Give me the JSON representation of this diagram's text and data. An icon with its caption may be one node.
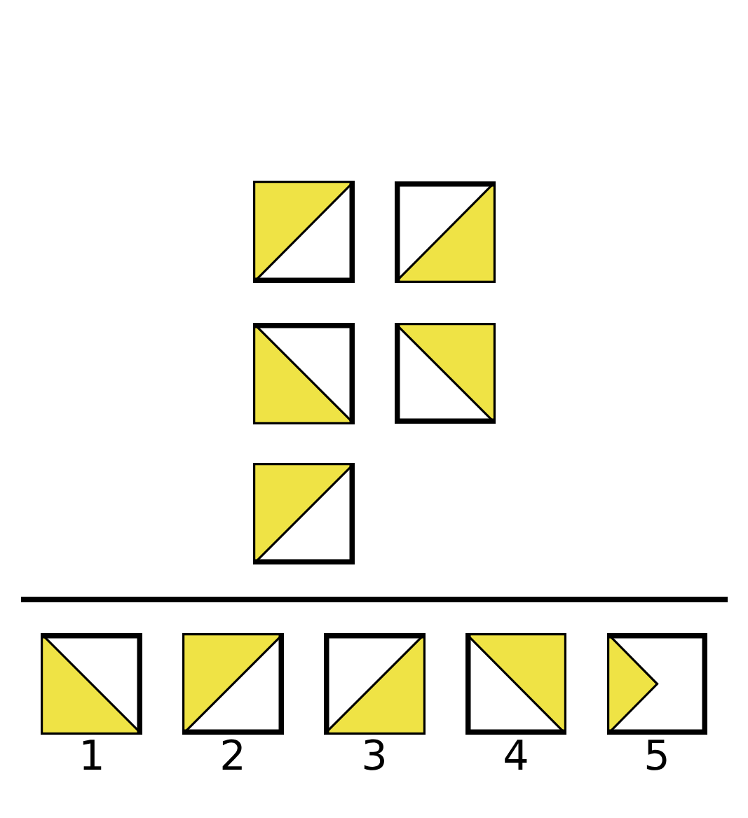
{
  "diagram": {
    "labels": [
      "1",
      "2",
      "3",
      "4",
      "5"
    ]
  }
}
